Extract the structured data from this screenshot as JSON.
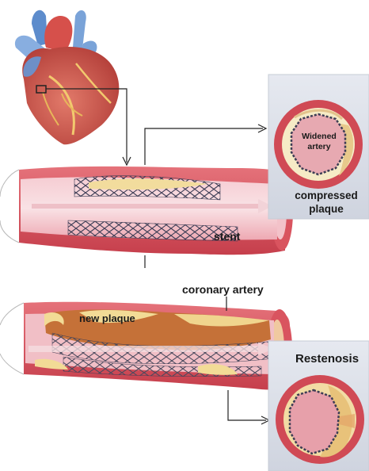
{
  "labels": {
    "widened_artery": "Widened artery",
    "compressed_plaque": "compressed plaque",
    "stent": "stent",
    "coronary_artery": "coronary artery",
    "new_plaque": "new plaque",
    "restenosis": "Restenosis"
  },
  "colors": {
    "artery_wall": "#d9545f",
    "artery_lumen": "#f2bcc4",
    "plaque": "#f0dc9a",
    "plaque_dark": "#b5652a",
    "stent_mesh": "#3d3d55",
    "inset_bg": "#dde1ea",
    "leader_line": "#222222"
  }
}
